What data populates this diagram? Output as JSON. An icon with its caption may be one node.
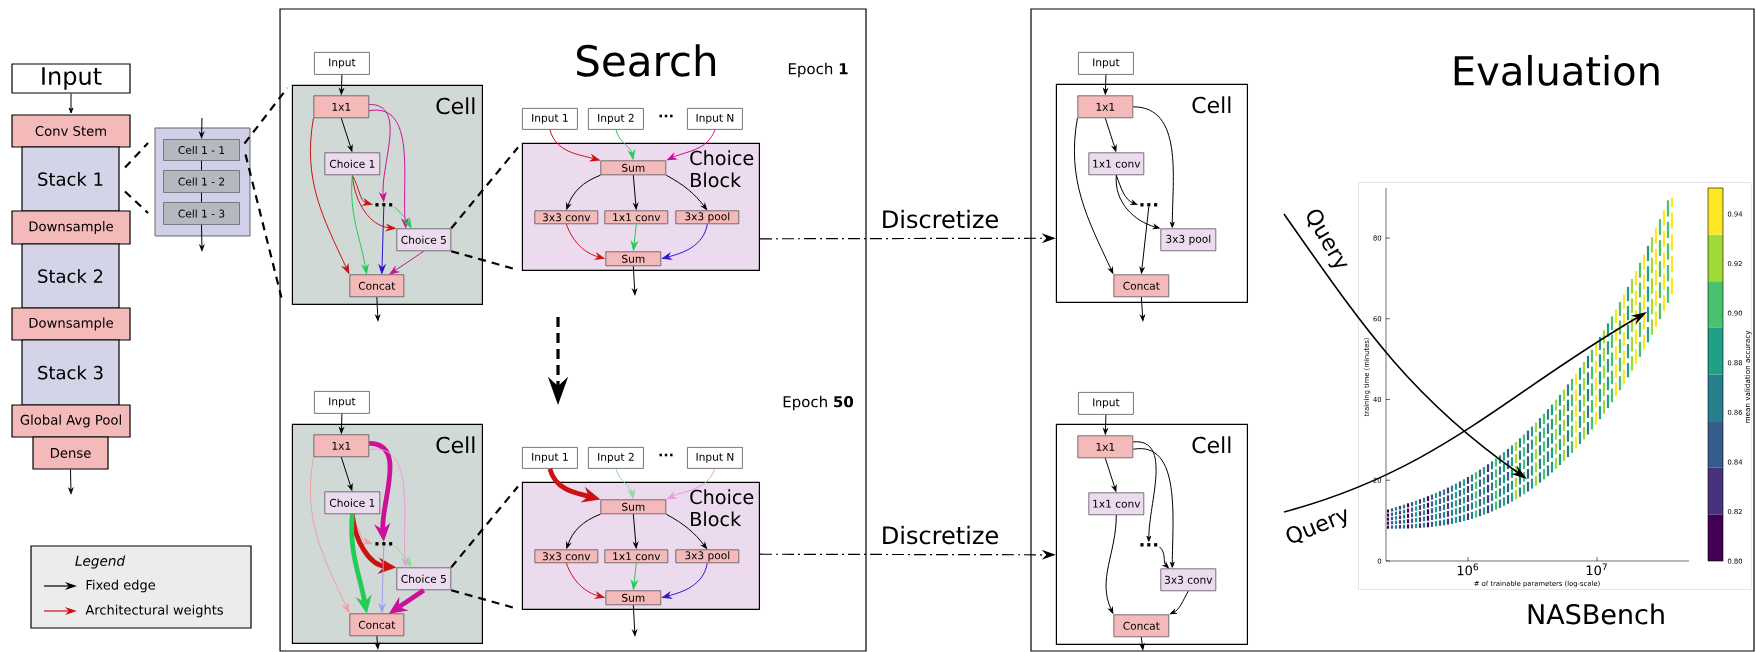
{
  "diagram": {
    "nodes": [
      {
        "text": [
          "Input"
        ]
      },
      {
        "text": [
          "Conv Stem"
        ]
      },
      {
        "text": [
          "Stack 1"
        ]
      },
      {
        "text": [
          "Downsample"
        ]
      },
      {
        "text": [
          "Stack 2"
        ]
      },
      {
        "text": [
          "Downsample"
        ]
      },
      {
        "text": [
          "Stack 3"
        ]
      },
      {
        "text": [
          "Global Avg Pool"
        ]
      },
      {
        "text": [
          "Dense"
        ]
      },
      {
        "text": [],
        "shape": "box"
      },
      {
        "text": [
          "Cell 1 - 1"
        ],
        "in": 9
      },
      {
        "text": [
          "Cell 1 - 2"
        ],
        "in": 9
      },
      {
        "text": [
          "Cell 1 - 3"
        ],
        "in": 9
      },
      {
        "text": [
          "Search"
        ]
      },
      {
        "text": [
          "Input"
        ],
        "in": 13
      },
      {
        "text": [
          "Cell"
        ],
        "in": 13
      },
      {
        "text": [
          "1x1"
        ],
        "in": 15
      },
      {
        "text": [
          "Choice 1"
        ],
        "in": 15
      },
      {
        "text": [
          "..."
        ],
        "in": 15
      },
      {
        "text": [
          "Choice 5"
        ],
        "in": 15
      },
      {
        "text": [
          "Concat"
        ],
        "in": 15
      },
      {
        "text": [
          "Choice Block"
        ],
        "in": 13
      },
      {
        "text": [
          "Input 1"
        ],
        "in": 13
      },
      {
        "text": [
          "Input 2"
        ],
        "in": 13
      },
      {
        "text": [
          "Input N"
        ],
        "in": 13
      },
      {
        "text": [
          "Sum"
        ],
        "in": 21
      },
      {
        "text": [
          "3x3 conv"
        ],
        "in": 21
      },
      {
        "text": [
          "1x1 conv"
        ],
        "in": 21
      },
      {
        "text": [
          "3x3 pool"
        ],
        "in": 21
      },
      {
        "text": [
          "Sum"
        ],
        "in": 21
      },
      {
        "text": [
          "Input"
        ],
        "in": 13
      },
      {
        "text": [
          "Cell"
        ],
        "in": 13
      },
      {
        "text": [
          "1x1"
        ],
        "in": 31
      },
      {
        "text": [
          "Choice 1"
        ],
        "in": 31
      },
      {
        "text": [
          "..."
        ],
        "in": 31
      },
      {
        "text": [
          "Choice 5"
        ],
        "in": 31
      },
      {
        "text": [
          "Concat"
        ],
        "in": 31
      },
      {
        "text": [
          "Choice Block"
        ],
        "in": 13
      },
      {
        "text": [
          "Input 1"
        ],
        "in": 13
      },
      {
        "text": [
          "Input 2"
        ],
        "in": 13
      },
      {
        "text": [
          "Input N"
        ],
        "in": 13
      },
      {
        "text": [
          "Sum"
        ],
        "in": 37
      },
      {
        "text": [
          "3x3 conv"
        ],
        "in": 37
      },
      {
        "text": [
          "1x1 conv"
        ],
        "in": 37
      },
      {
        "text": [
          "3x3 pool"
        ],
        "in": 37
      },
      {
        "text": [
          "Sum"
        ],
        "in": 37
      },
      {
        "text": [
          "Evaluation"
        ]
      },
      {
        "text": [
          "Input"
        ],
        "in": 46
      },
      {
        "text": [
          "Cell"
        ],
        "in": 46
      },
      {
        "text": [
          "1x1"
        ],
        "in": 48
      },
      {
        "text": [
          "1x1 conv"
        ],
        "in": 48
      },
      {
        "text": [
          "..."
        ],
        "in": 48
      },
      {
        "text": [
          "3x3 pool"
        ],
        "in": 48
      },
      {
        "text": [
          "Concat"
        ],
        "in": 48
      },
      {
        "text": [
          "Input"
        ],
        "in": 46
      },
      {
        "text": [
          "Cell"
        ],
        "in": 46
      },
      {
        "text": [
          "1x1"
        ],
        "in": 55
      },
      {
        "text": [
          "1x1 conv"
        ],
        "in": 55
      },
      {
        "text": [
          "..."
        ],
        "in": 55
      },
      {
        "text": [
          "3x3 conv"
        ],
        "in": 55
      },
      {
        "text": [
          "Concat"
        ],
        "in": 55
      },
      {
        "text": [],
        "shape": "picture",
        "beside": [
          "NASBench"
        ],
        "in": 46
      }
    ],
    "edges": [
      {
        "from": 0,
        "to": 1,
        "arrow": "to"
      },
      {
        "from": 8,
        "to": null,
        "arrow": "to"
      },
      {
        "from": 2,
        "to": 9,
        "arrow": "none",
        "style": "dashed"
      },
      {
        "from": 2,
        "to": 9,
        "arrow": "none",
        "style": "dashed"
      },
      {
        "from": null,
        "to": 10,
        "arrow": "to"
      },
      {
        "from": 10,
        "to": 11,
        "arrow": "none"
      },
      {
        "from": 11,
        "to": 12,
        "arrow": "none"
      },
      {
        "from": 12,
        "to": null,
        "arrow": "to"
      },
      {
        "from": 10,
        "to": 15,
        "arrow": "none",
        "style": "dashed"
      },
      {
        "from": 10,
        "to": 15,
        "arrow": "none",
        "style": "dashed"
      },
      {
        "from": 14,
        "to": 16,
        "arrow": "to"
      },
      {
        "from": 16,
        "to": 17,
        "arrow": "to"
      },
      {
        "from": 16,
        "to": 20,
        "arrow": "to",
        "color": "#cc1111"
      },
      {
        "from": 16,
        "to": 18,
        "arrow": "to",
        "color": "#cc1199"
      },
      {
        "from": 16,
        "to": 19,
        "arrow": "to",
        "color": "#cc1199"
      },
      {
        "from": 17,
        "to": 18,
        "arrow": "to",
        "color": "#cc1111"
      },
      {
        "from": 17,
        "to": 19,
        "arrow": "to",
        "color": "#cc1111"
      },
      {
        "from": 17,
        "to": 20,
        "arrow": "to",
        "color": "#22cc55"
      },
      {
        "from": 18,
        "to": 19,
        "arrow": "to",
        "color": "#22cc55"
      },
      {
        "from": 18,
        "to": 20,
        "arrow": "to",
        "color": "#3311cc"
      },
      {
        "from": 19,
        "to": 20,
        "arrow": "to",
        "color": "#cc1199"
      },
      {
        "from": 20,
        "to": null,
        "arrow": "to"
      },
      {
        "from": 19,
        "to": 21,
        "arrow": "none",
        "style": "dashed"
      },
      {
        "from": 19,
        "to": 21,
        "arrow": "none",
        "style": "dashed"
      },
      {
        "from": 22,
        "to": 25,
        "arrow": "to",
        "color": "#cc1111"
      },
      {
        "from": 23,
        "to": 25,
        "arrow": "to",
        "color": "#22cc55"
      },
      {
        "from": 24,
        "to": 25,
        "arrow": "to",
        "color": "#cc1199"
      },
      {
        "from": 25,
        "to": 26,
        "arrow": "to"
      },
      {
        "from": 25,
        "to": 27,
        "arrow": "to"
      },
      {
        "from": 25,
        "to": 28,
        "arrow": "to"
      },
      {
        "from": 26,
        "to": 29,
        "arrow": "to",
        "color": "#cc1111"
      },
      {
        "from": 27,
        "to": 29,
        "arrow": "to",
        "color": "#22cc55"
      },
      {
        "from": 28,
        "to": 29,
        "arrow": "to",
        "color": "#3311cc"
      },
      {
        "from": 29,
        "to": null,
        "arrow": "to"
      },
      {
        "from": 21,
        "to": 48,
        "arrow": "to",
        "style": "dashed",
        "label": "Discretize"
      },
      {
        "from": 30,
        "to": 32,
        "arrow": "to"
      },
      {
        "from": 32,
        "to": 33,
        "arrow": "to"
      },
      {
        "from": 32,
        "to": 36,
        "arrow": "to",
        "color": "#f0a0a0"
      },
      {
        "from": 32,
        "to": 34,
        "arrow": "to",
        "color": "#cc1199",
        "style": "thick"
      },
      {
        "from": 32,
        "to": 35,
        "arrow": "to",
        "color": "#ee99dd"
      },
      {
        "from": 33,
        "to": 34,
        "arrow": "to",
        "color": "#f0a0a0"
      },
      {
        "from": 33,
        "to": 35,
        "arrow": "to",
        "color": "#cc1111",
        "style": "thick"
      },
      {
        "from": 33,
        "to": 36,
        "arrow": "to",
        "color": "#22cc55",
        "style": "thick"
      },
      {
        "from": 34,
        "to": 35,
        "arrow": "to",
        "color": "#88dd99"
      },
      {
        "from": 34,
        "to": 36,
        "arrow": "to",
        "color": "#a0a0ee"
      },
      {
        "from": 35,
        "to": 36,
        "arrow": "to",
        "color": "#cc1199",
        "style": "thick"
      },
      {
        "from": 36,
        "to": null,
        "arrow": "to"
      },
      {
        "from": 35,
        "to": 37,
        "arrow": "none",
        "style": "dashed"
      },
      {
        "from": 35,
        "to": 37,
        "arrow": "none",
        "style": "dashed"
      },
      {
        "from": 38,
        "to": 41,
        "arrow": "to",
        "color": "#cc1111",
        "style": "thick"
      },
      {
        "from": 39,
        "to": 41,
        "arrow": "to",
        "color": "#88dd99"
      },
      {
        "from": 40,
        "to": 41,
        "arrow": "to",
        "color": "#ee99dd"
      },
      {
        "from": 41,
        "to": 42,
        "arrow": "to"
      },
      {
        "from": 41,
        "to": 43,
        "arrow": "to"
      },
      {
        "from": 41,
        "to": 44,
        "arrow": "to"
      },
      {
        "from": 42,
        "to": 45,
        "arrow": "to",
        "color": "#cc1111"
      },
      {
        "from": 43,
        "to": 45,
        "arrow": "to",
        "color": "#22cc55"
      },
      {
        "from": 44,
        "to": 45,
        "arrow": "to",
        "color": "#3311cc"
      },
      {
        "from": 45,
        "to": null,
        "arrow": "to"
      },
      {
        "from": 37,
        "to": 55,
        "arrow": "to",
        "style": "dashed",
        "label": "Discretize"
      },
      {
        "from": 47,
        "to": 49,
        "arrow": "to"
      },
      {
        "from": 49,
        "to": 50,
        "arrow": "to"
      },
      {
        "from": 49,
        "to": 53,
        "arrow": "to"
      },
      {
        "from": 49,
        "to": 52,
        "arrow": "to"
      },
      {
        "from": 50,
        "to": 51,
        "arrow": "to"
      },
      {
        "from": 50,
        "to": 52,
        "arrow": "to"
      },
      {
        "from": 51,
        "to": 53,
        "arrow": "to"
      },
      {
        "from": 53,
        "to": null,
        "arrow": "to"
      },
      {
        "from": 54,
        "to": 56,
        "arrow": "to"
      },
      {
        "from": 56,
        "to": 57,
        "arrow": "to"
      },
      {
        "from": 56,
        "to": 58,
        "arrow": "to"
      },
      {
        "from": 56,
        "to": 59,
        "arrow": "to"
      },
      {
        "from": 57,
        "to": 60,
        "arrow": "to"
      },
      {
        "from": 58,
        "to": 59,
        "arrow": "to"
      },
      {
        "from": 59,
        "to": 60,
        "arrow": "to"
      },
      {
        "from": 60,
        "to": null,
        "arrow": "to"
      },
      {
        "from": null,
        "to": 61,
        "arrow": "to",
        "label": "Query"
      },
      {
        "from": null,
        "to": 61,
        "arrow": "to",
        "label": "Query"
      }
    ],
    "labels": [
      "Epoch **1**",
      "...",
      "Epoch **50**",
      "...",
      "training time (minutes)",
      "80",
      "60",
      "40",
      "20",
      "0",
      "10$^{6}$",
      "10$^{7}$",
      "# of trainable parameters (log-scale)",
      "0.94",
      "0.92",
      "0.90",
      "0.88",
      "0.86",
      "0.84",
      "0.82",
      "0.80",
      "mean validation accuracy",
      "Legend"
    ],
    "legend": [
      {
        "text": "Fixed edge"
      },
      {
        "text": "Architectural weights"
      }
    ]
  }
}
